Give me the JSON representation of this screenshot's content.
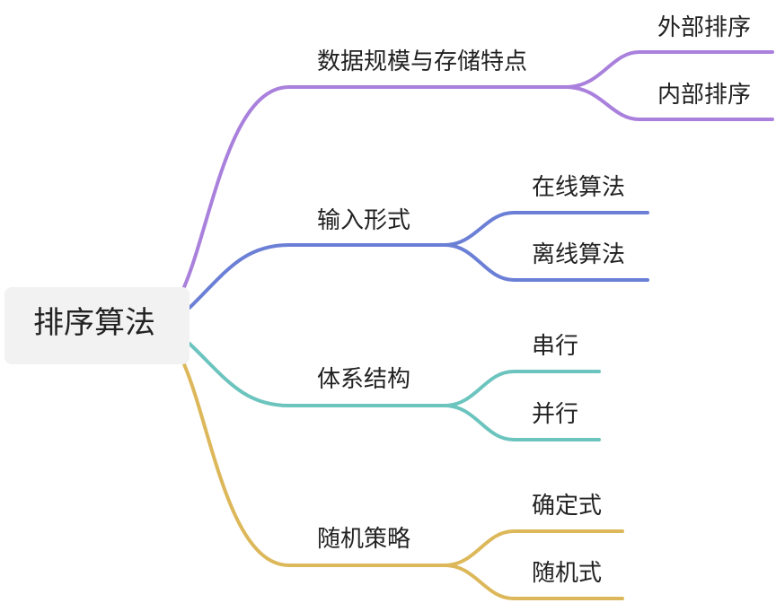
{
  "root": {
    "label": "排序算法"
  },
  "branches": [
    {
      "label": "数据规模与存储特点",
      "color": "#a980dc",
      "children": [
        "外部排序",
        "内部排序"
      ]
    },
    {
      "label": "输入形式",
      "color": "#6b7fd6",
      "children": [
        "在线算法",
        "离线算法"
      ]
    },
    {
      "label": "体系结构",
      "color": "#6cc4be",
      "children": [
        "串行",
        "并行"
      ]
    },
    {
      "label": "随机策略",
      "color": "#ddb85a",
      "children": [
        "确定式",
        "随机式"
      ]
    }
  ]
}
